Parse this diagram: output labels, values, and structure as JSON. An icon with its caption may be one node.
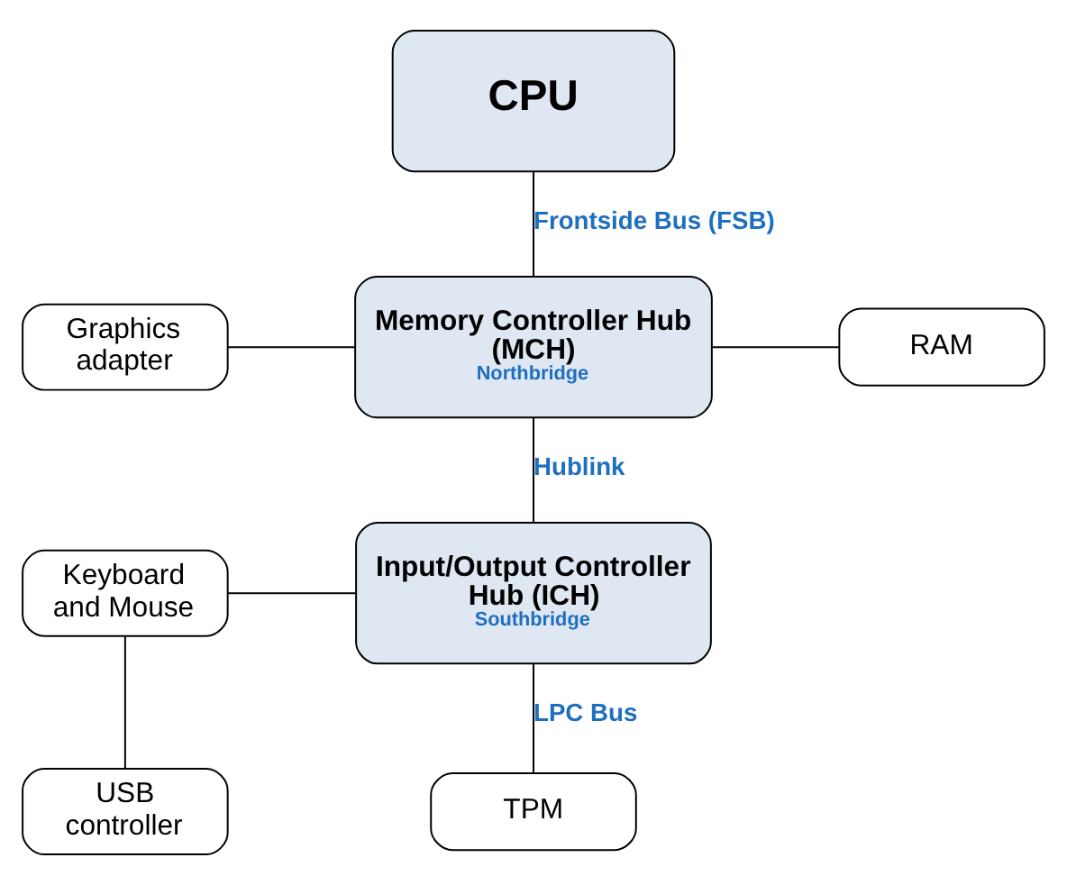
{
  "diagram": {
    "nodes": [
      {
        "text": [
          "CPU"
        ]
      },
      {
        "text": [
          "Memory Controller Hub (MCH)",
          "Northbridge"
        ]
      },
      {
        "text": [
          "Graphics adapter"
        ]
      },
      {
        "text": [
          "RAM"
        ]
      },
      {
        "text": [
          "Input/Output Controller Hub (ICH)",
          "Southbridge"
        ]
      },
      {
        "text": [
          "Keyboard and Mouse"
        ]
      },
      {
        "text": [
          "USB controller"
        ]
      },
      {
        "text": [
          "TPM"
        ]
      }
    ],
    "edges": [
      {
        "from": 0,
        "to": 1,
        "arrow": "none",
        "label": "Frontside Bus (FSB)"
      },
      {
        "from": 2,
        "to": 1,
        "arrow": "none"
      },
      {
        "from": 1,
        "to": 3,
        "arrow": "none"
      },
      {
        "from": 1,
        "to": 4,
        "arrow": "none",
        "label": "Hublink"
      },
      {
        "from": 5,
        "to": 4,
        "arrow": "none"
      },
      {
        "from": 5,
        "to": 6,
        "arrow": "none"
      },
      {
        "from": 4,
        "to": 7,
        "arrow": "none",
        "label": "LPC Bus"
      }
    ]
  }
}
